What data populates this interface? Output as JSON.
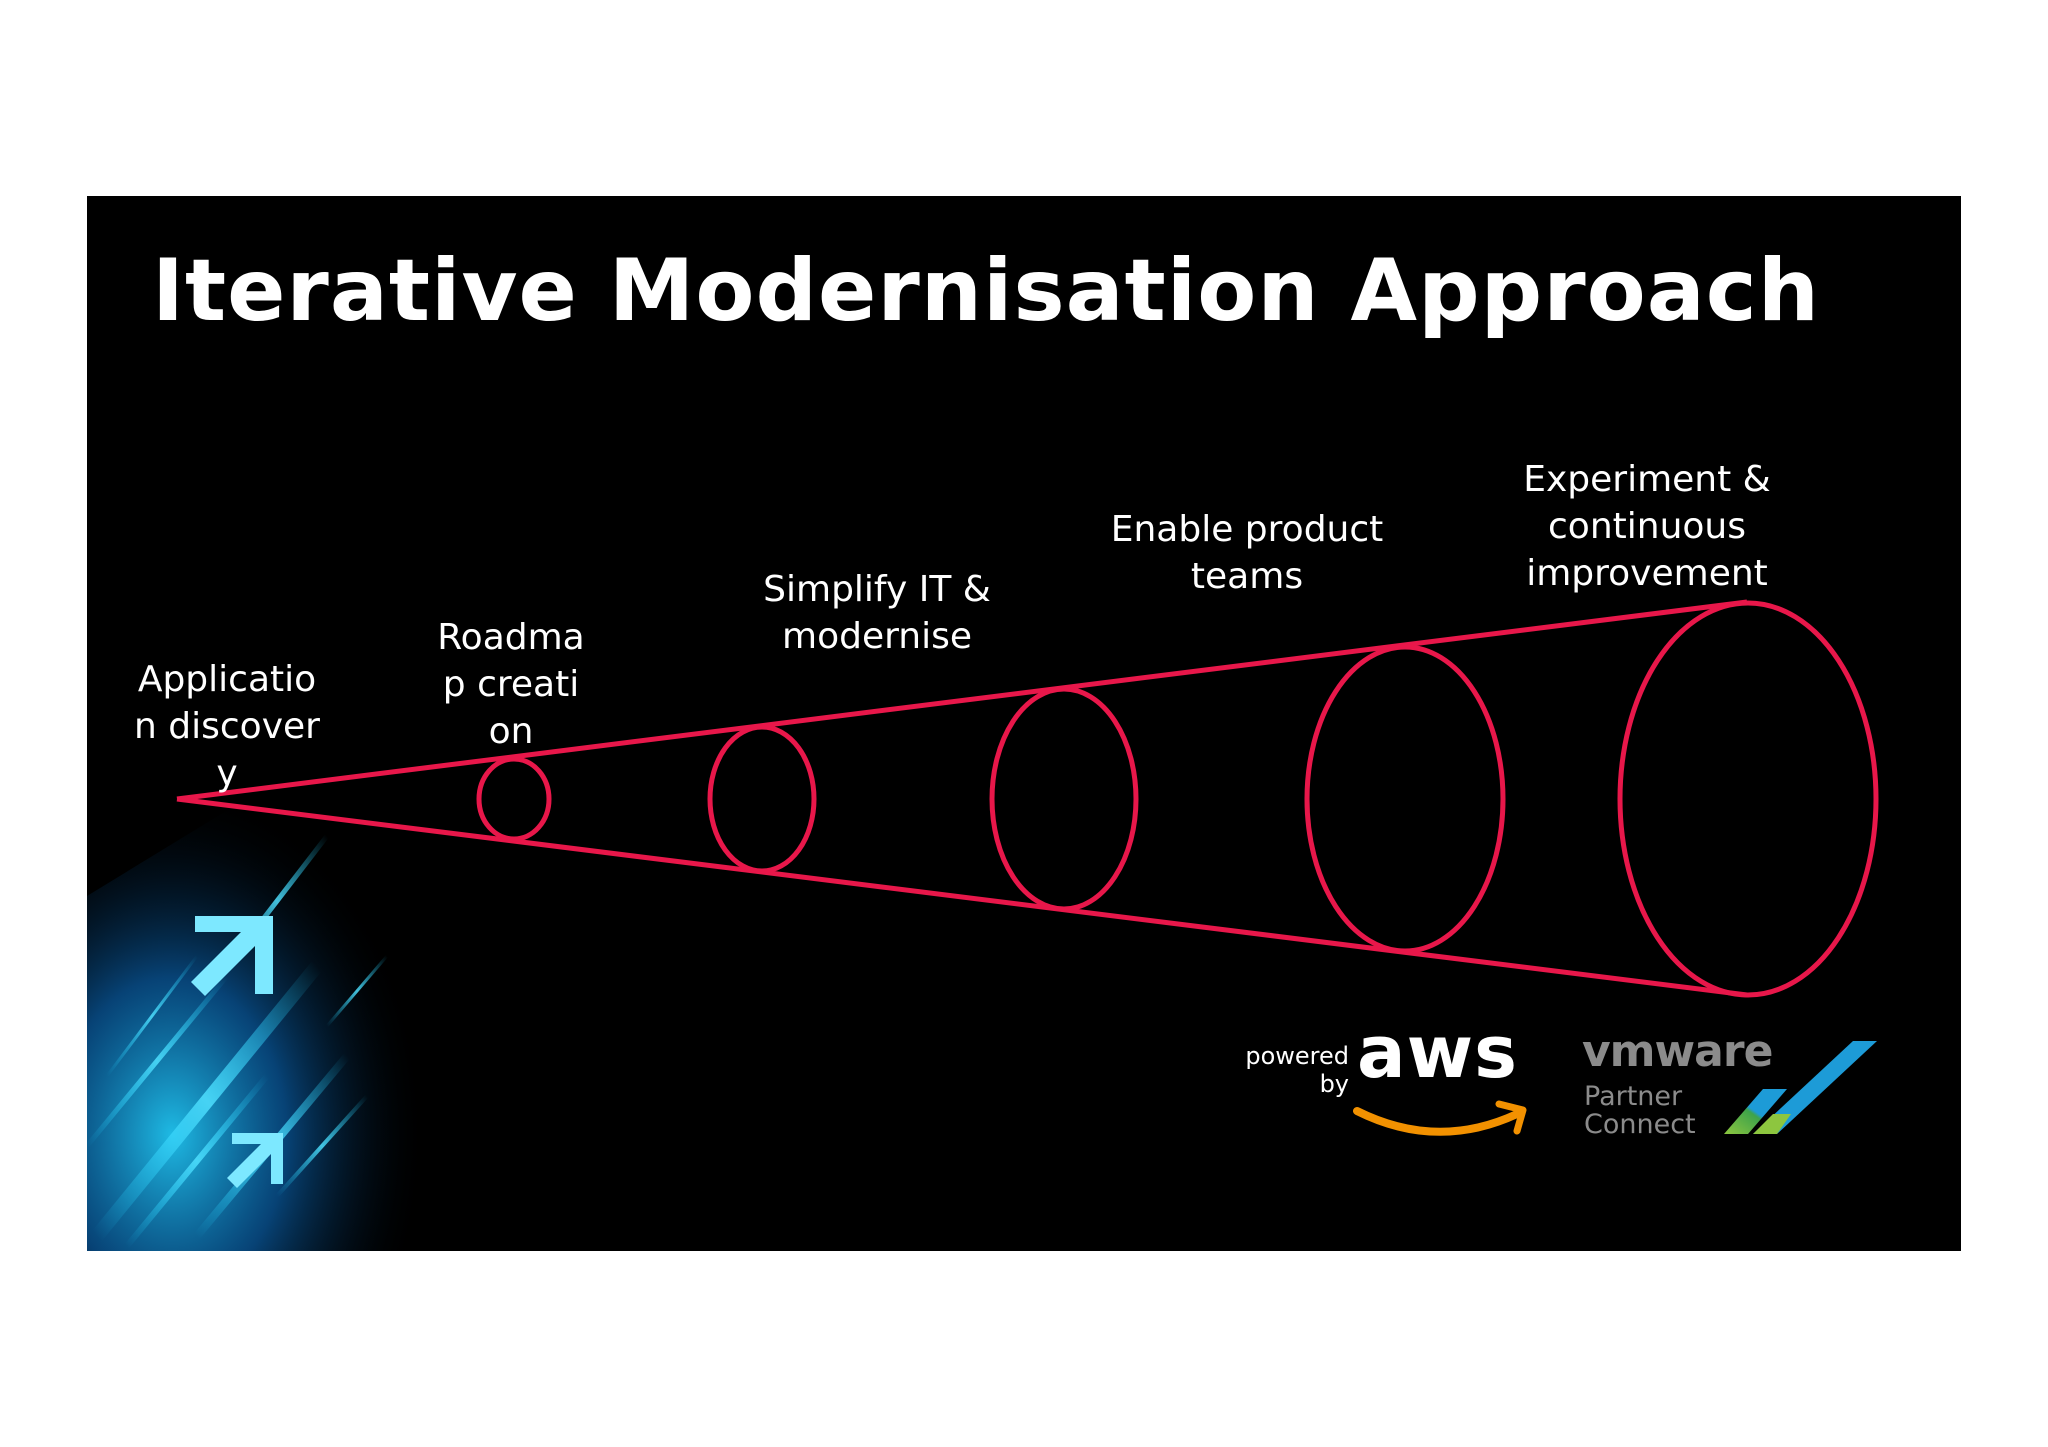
{
  "slide": {
    "title": "Iterative Modernisation Approach",
    "background_color": "#000000",
    "accent_color": "#e8174a"
  },
  "stages": [
    {
      "label": "Application discovery"
    },
    {
      "label": "Roadmap creation"
    },
    {
      "label": "Simplify IT & modernise"
    },
    {
      "label": "Enable product teams"
    },
    {
      "label": "Experiment & continuous improvement"
    }
  ],
  "logos": {
    "aws": {
      "prefix": "powered by",
      "wordmark": "aws",
      "smile_color": "#f29100"
    },
    "vmware": {
      "wordmark": "vmware",
      "subtitle_line1": "Partner",
      "subtitle_line2": "Connect"
    }
  },
  "decoration": {
    "icons": [
      "arrow-up-right-icon",
      "arrow-up-right-icon"
    ],
    "colors": [
      "#0a4d8c",
      "#1fb5e6"
    ]
  }
}
